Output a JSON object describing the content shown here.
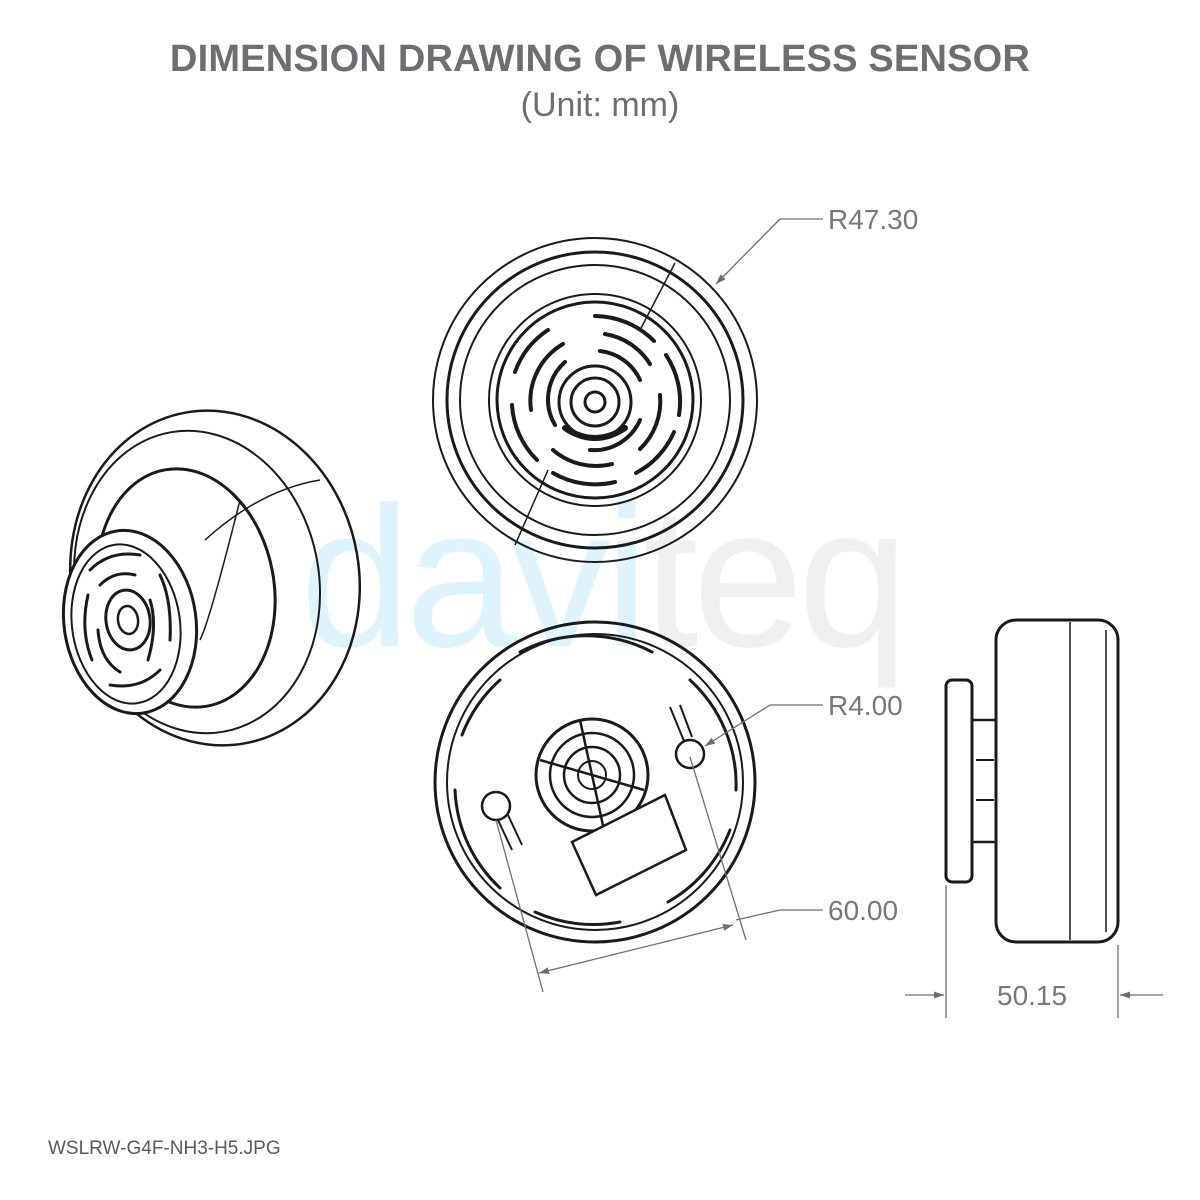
{
  "title": "DIMENSION DRAWING OF WIRELESS SENSOR",
  "subtitle": "(Unit: mm)",
  "watermark": {
    "part1": "davi",
    "part2": "teq"
  },
  "dimensions": {
    "radius_outer": "R47.30",
    "radius_hole": "R4.00",
    "hole_spacing": "60.00",
    "depth": "50.15"
  },
  "filename": "WSLRW-G4F-NH3-H5.JPG",
  "colors": {
    "text": "#6d6e71",
    "line": "#1a1a1a",
    "watermark_blue": "#dff3fc",
    "watermark_gray": "#eef0f2"
  }
}
